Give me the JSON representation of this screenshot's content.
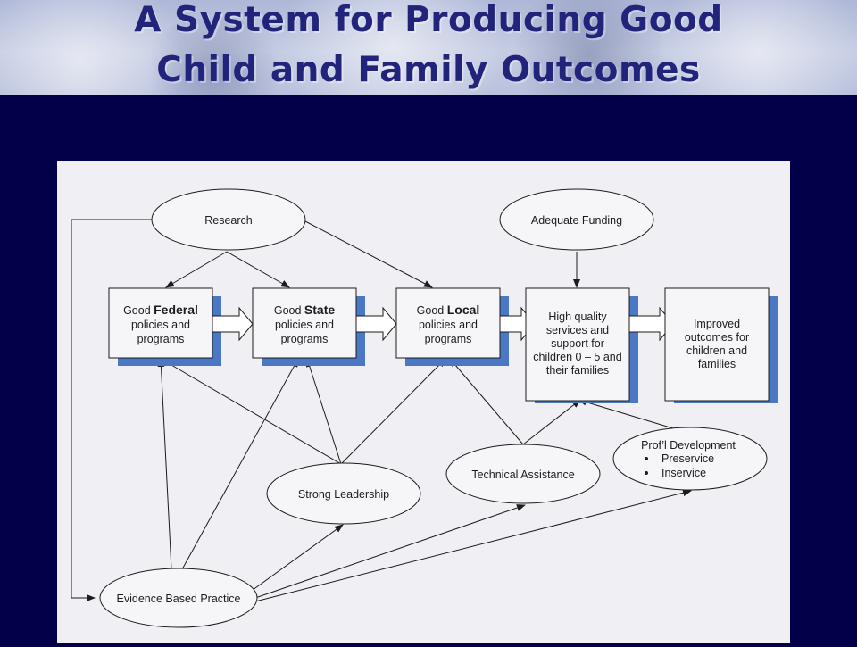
{
  "slide": {
    "title_line1": "A System for Producing Good",
    "title_line2": "Child and Family Outcomes"
  },
  "diagram": {
    "ellipses": {
      "research": "Research",
      "adequate_funding": "Adequate Funding",
      "strong_leadership": "Strong Leadership",
      "technical_assistance": "Technical Assistance",
      "evidence_based_practice": "Evidence Based Practice",
      "profl_development": {
        "title": "Prof’l Development",
        "bullets": [
          "Preservice",
          "Inservice"
        ]
      }
    },
    "boxes": {
      "federal": {
        "prefix": "Good ",
        "emph": "Federal",
        "line2": "policies and",
        "line3": "programs"
      },
      "state": {
        "prefix": "Good ",
        "emph": "State",
        "line2": "policies and",
        "line3": "programs"
      },
      "local": {
        "prefix": "Good ",
        "emph": "Local",
        "line2": "policies and",
        "line3": "programs"
      },
      "services": [
        "High quality",
        "services and",
        "support for",
        "children 0 – 5 and",
        "their families"
      ],
      "outcomes": [
        "Improved",
        "outcomes for",
        "children and",
        "families"
      ]
    }
  },
  "colors": {
    "background": "#010049",
    "title": "#22237a",
    "panel": "#f0eff4",
    "box_shadow": "#4a78c4"
  }
}
